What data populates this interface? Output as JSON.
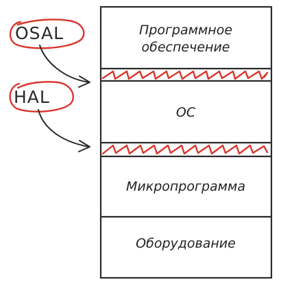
{
  "colors": {
    "ink": "#2a2a2a",
    "accent": "#d8362b",
    "background": "#ffffff"
  },
  "layers": [
    {
      "id": "software",
      "lines": [
        "Программное",
        "обеспечение"
      ]
    },
    {
      "id": "os",
      "lines": [
        "ОС"
      ]
    },
    {
      "id": "firmware",
      "lines": [
        "Микропрограмма"
      ]
    },
    {
      "id": "hardware",
      "lines": [
        "Оборудование"
      ]
    }
  ],
  "callouts": [
    {
      "id": "osal",
      "label": "OSAL"
    },
    {
      "id": "hal",
      "label": "HAL"
    }
  ]
}
